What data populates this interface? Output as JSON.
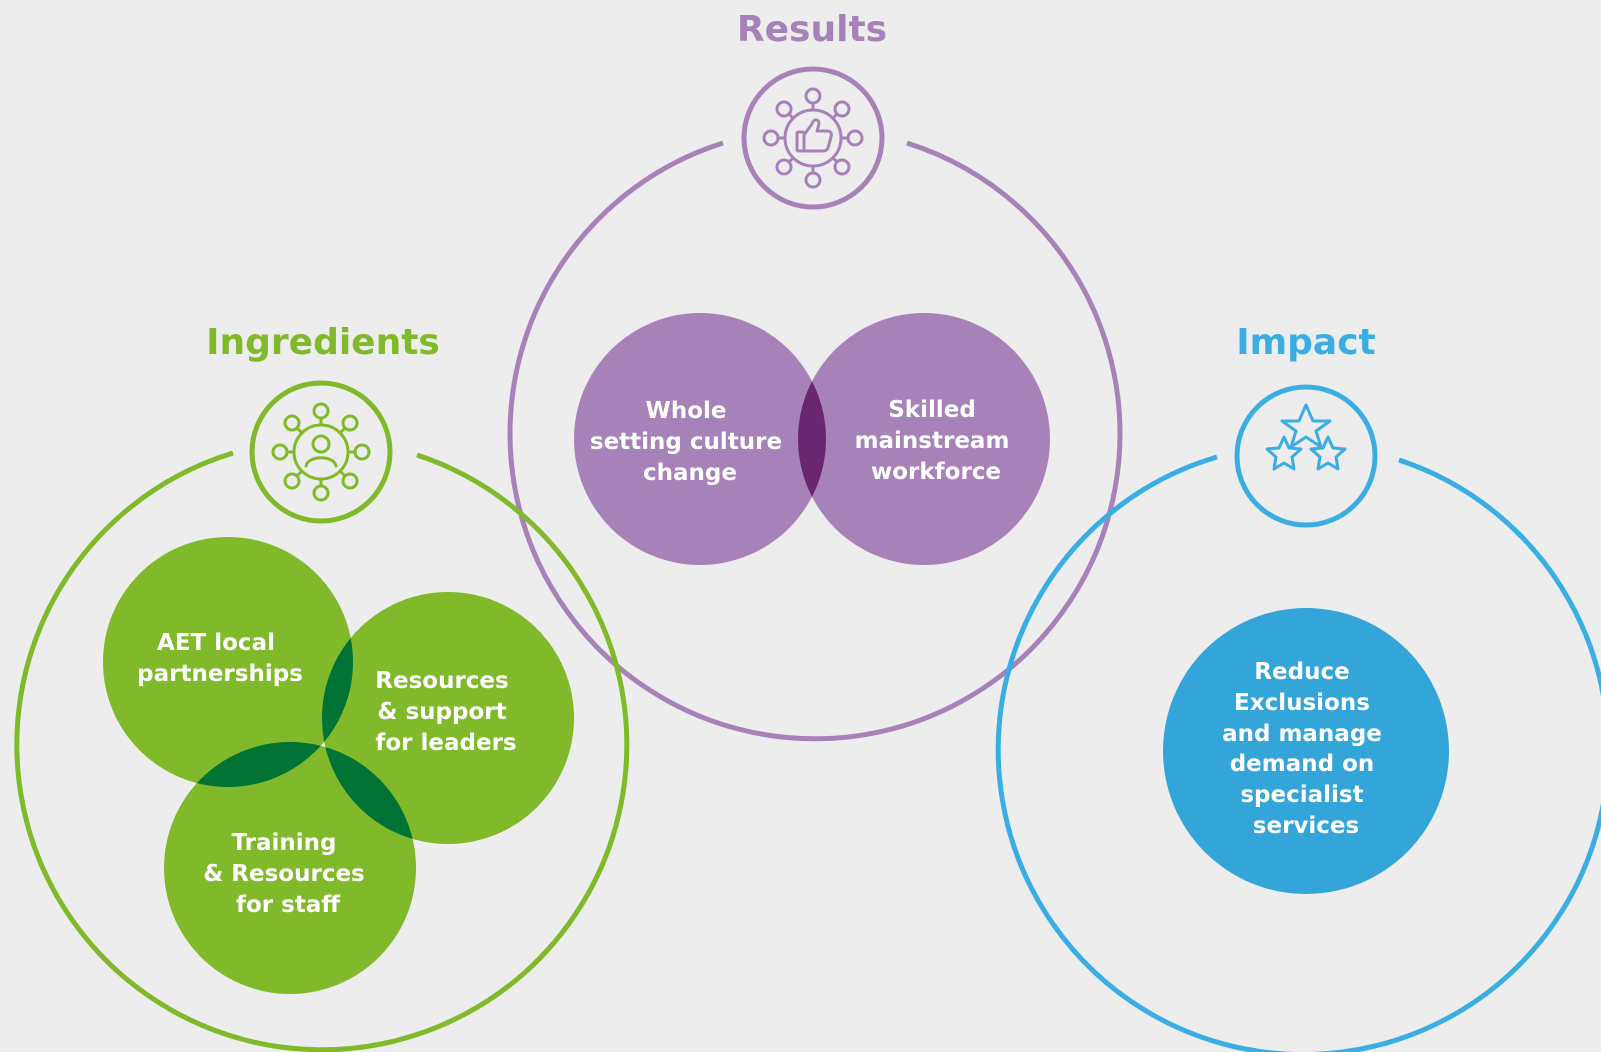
{
  "colors": {
    "background": "#ededed",
    "ingredients": "#80b929",
    "ingredients_overlap": "#007335",
    "results": "#a682b8",
    "results_overlap": "#6b2670",
    "impact": "#33a5d8",
    "impact_stroke": "#3aaee2"
  },
  "sections": {
    "ingredients": {
      "title": "Ingredients",
      "icon": "network-person-icon",
      "items": [
        {
          "lines": [
            "AET local",
            "partnerships"
          ]
        },
        {
          "lines": [
            "Resources",
            "& support",
            "for leaders"
          ]
        },
        {
          "lines": [
            "Training",
            "& Resources",
            "for staff"
          ]
        }
      ]
    },
    "results": {
      "title": "Results",
      "icon": "network-thumbs-up-icon",
      "items": [
        {
          "lines": [
            "Whole",
            "setting culture",
            "change"
          ]
        },
        {
          "lines": [
            "Skilled",
            "mainstream",
            "workforce"
          ]
        }
      ]
    },
    "impact": {
      "title": "Impact",
      "icon": "three-stars-icon",
      "items": [
        {
          "lines": [
            "Reduce",
            "Exclusions",
            "and manage",
            "demand on",
            "specialist",
            "services"
          ]
        }
      ]
    }
  }
}
